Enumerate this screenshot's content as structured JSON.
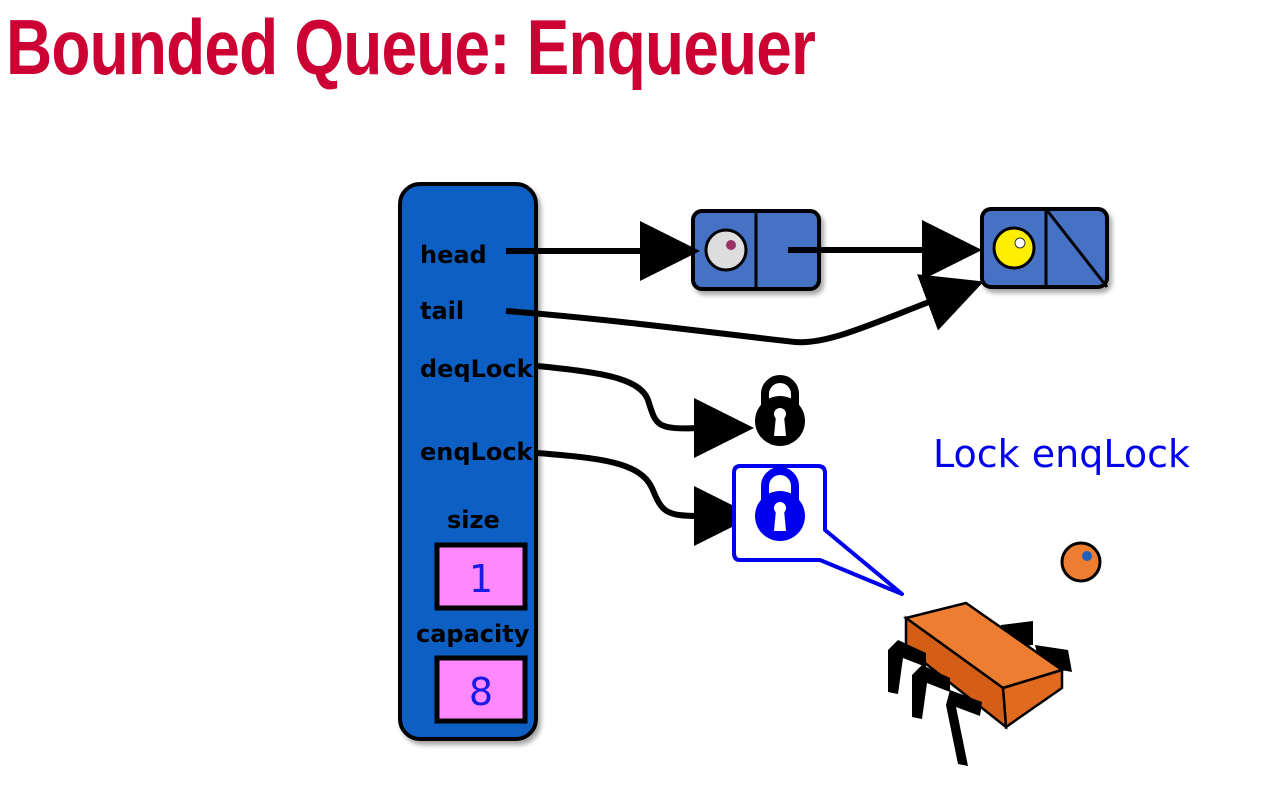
{
  "slide": {
    "title": "Bounded Queue: Enqueuer"
  },
  "queue_object": {
    "fields": {
      "head": "head",
      "tail": "tail",
      "deq_lock": "deqLock",
      "enq_lock": "enqLock",
      "size": "size",
      "capacity": "capacity"
    },
    "size_value": "1",
    "capacity_value": "8"
  },
  "annotation": {
    "caption": "Lock enqLock"
  },
  "colors": {
    "title": "#cc0033",
    "queue_panel": "#0a5fc4",
    "node_fill": "#4472c4",
    "value_box": "#ff88ff",
    "held_lock": "#0000ee",
    "thread_body": "#ed7d31",
    "sentinel_item": "#dddddd",
    "tail_item": "#ffee00"
  },
  "icons": {
    "deq_lock": "padlock-icon",
    "enq_lock": "padlock-icon",
    "enqueuer": "thread-bug-icon",
    "item": "item-ball-icon"
  }
}
